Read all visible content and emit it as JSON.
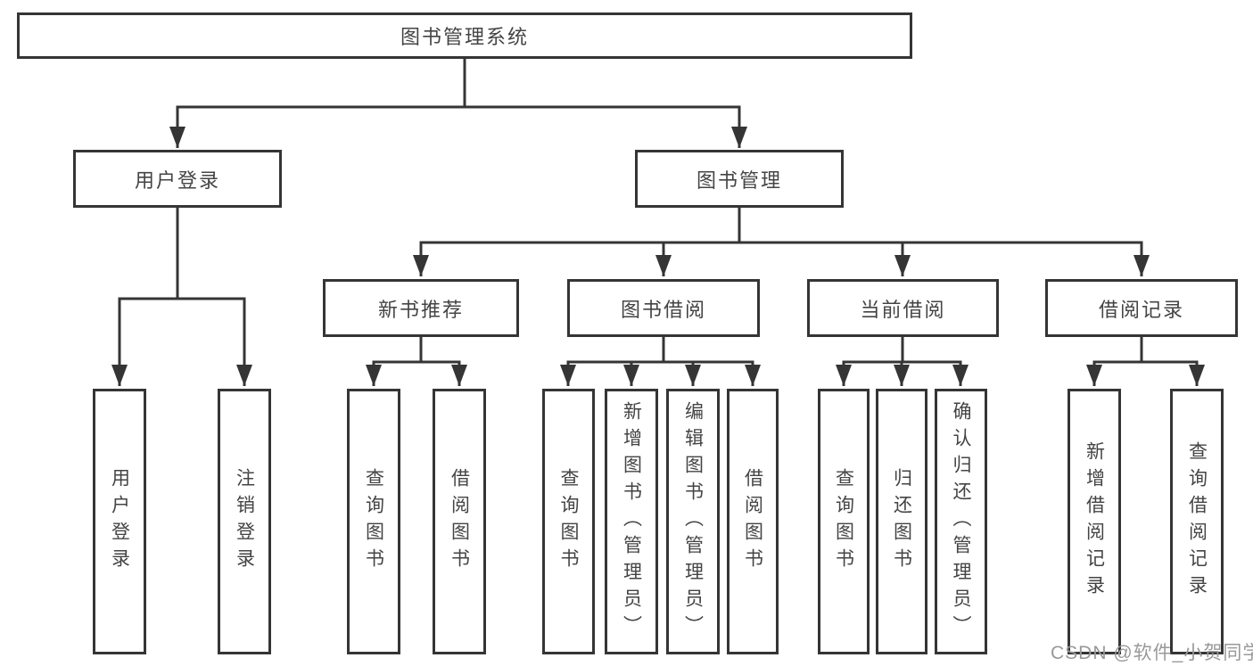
{
  "diagram": {
    "root": {
      "label": "图书管理系统"
    },
    "branches": [
      {
        "label": "用户登录",
        "children": [
          {
            "label": "用户登录"
          },
          {
            "label": "注销登录"
          }
        ]
      },
      {
        "label": "图书管理",
        "children": [
          {
            "label": "新书推荐",
            "children": [
              {
                "label": "查询图书"
              },
              {
                "label": "借阅图书"
              }
            ]
          },
          {
            "label": "图书借阅",
            "children": [
              {
                "label": "查询图书"
              },
              {
                "label": "新增图书（管理员）"
              },
              {
                "label": "编辑图书（管理员）"
              },
              {
                "label": "借阅图书"
              }
            ]
          },
          {
            "label": "当前借阅",
            "children": [
              {
                "label": "查询图书"
              },
              {
                "label": "归还图书"
              },
              {
                "label": "确认归还（管理员）"
              }
            ]
          },
          {
            "label": "借阅记录",
            "children": [
              {
                "label": "新增借阅记录"
              },
              {
                "label": "查询借阅记录"
              }
            ]
          }
        ]
      }
    ],
    "watermark": "CSDN @软件_小贺同学",
    "colors": {
      "line": "#353535",
      "box_border": "#353535",
      "text": "#444444",
      "watermark": "#999999",
      "background": "#ffffff"
    }
  }
}
